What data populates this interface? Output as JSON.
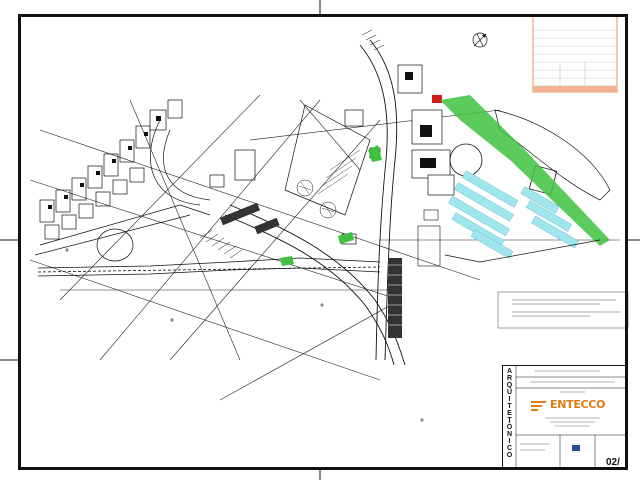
{
  "sheet": {
    "table_title": "",
    "title_block": {
      "vertical_label": "ARQUITETÔNICO",
      "company": "ENTECCO",
      "sheet_number": "02/",
      "brand_color": "#e07a12"
    },
    "colors": {
      "linework": "#111111",
      "green_area": "#3ec23e",
      "parking_cyan": "#9fe6ee",
      "red_marker": "#d21a1a",
      "header_orange": "#e8601c"
    },
    "north_arrow_icon": "compass-rose-icon"
  }
}
